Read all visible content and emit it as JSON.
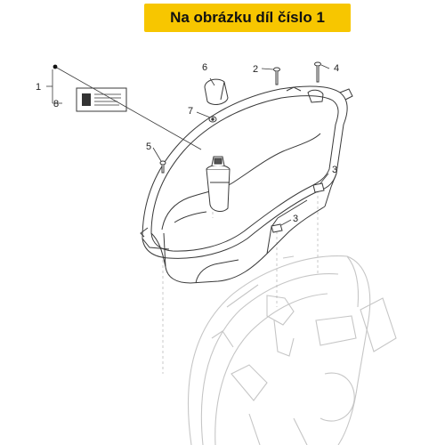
{
  "banner": {
    "text": "Na obrázku díl číslo 1"
  },
  "callouts": {
    "c1": "1",
    "c2": "2",
    "c3a": "3",
    "c3b": "3",
    "c4": "4",
    "c5": "5",
    "c6": "6",
    "c7": "7",
    "c8": "8"
  },
  "colors": {
    "banner": "#f7c600",
    "line": "#3a3a3a",
    "faint": "#c9c9c9"
  }
}
